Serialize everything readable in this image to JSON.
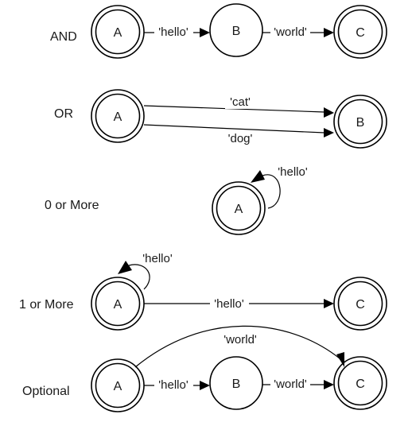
{
  "rows": [
    {
      "label": "AND",
      "states": [
        "A",
        "B",
        "C"
      ],
      "edges": [
        "'hello'",
        "'world'"
      ]
    },
    {
      "label": "OR",
      "states": [
        "A",
        "B"
      ],
      "edges": [
        "'cat'",
        "'dog'"
      ]
    },
    {
      "label": "0 or More",
      "states": [
        "A"
      ],
      "edges": [
        "'hello'"
      ]
    },
    {
      "label": "1 or More",
      "states": [
        "A",
        "C"
      ],
      "edges": [
        "'hello'",
        "'hello'"
      ]
    },
    {
      "label": "Optional",
      "states": [
        "A",
        "B",
        "C"
      ],
      "edges": [
        "'hello'",
        "'world'",
        "'world'"
      ]
    }
  ]
}
